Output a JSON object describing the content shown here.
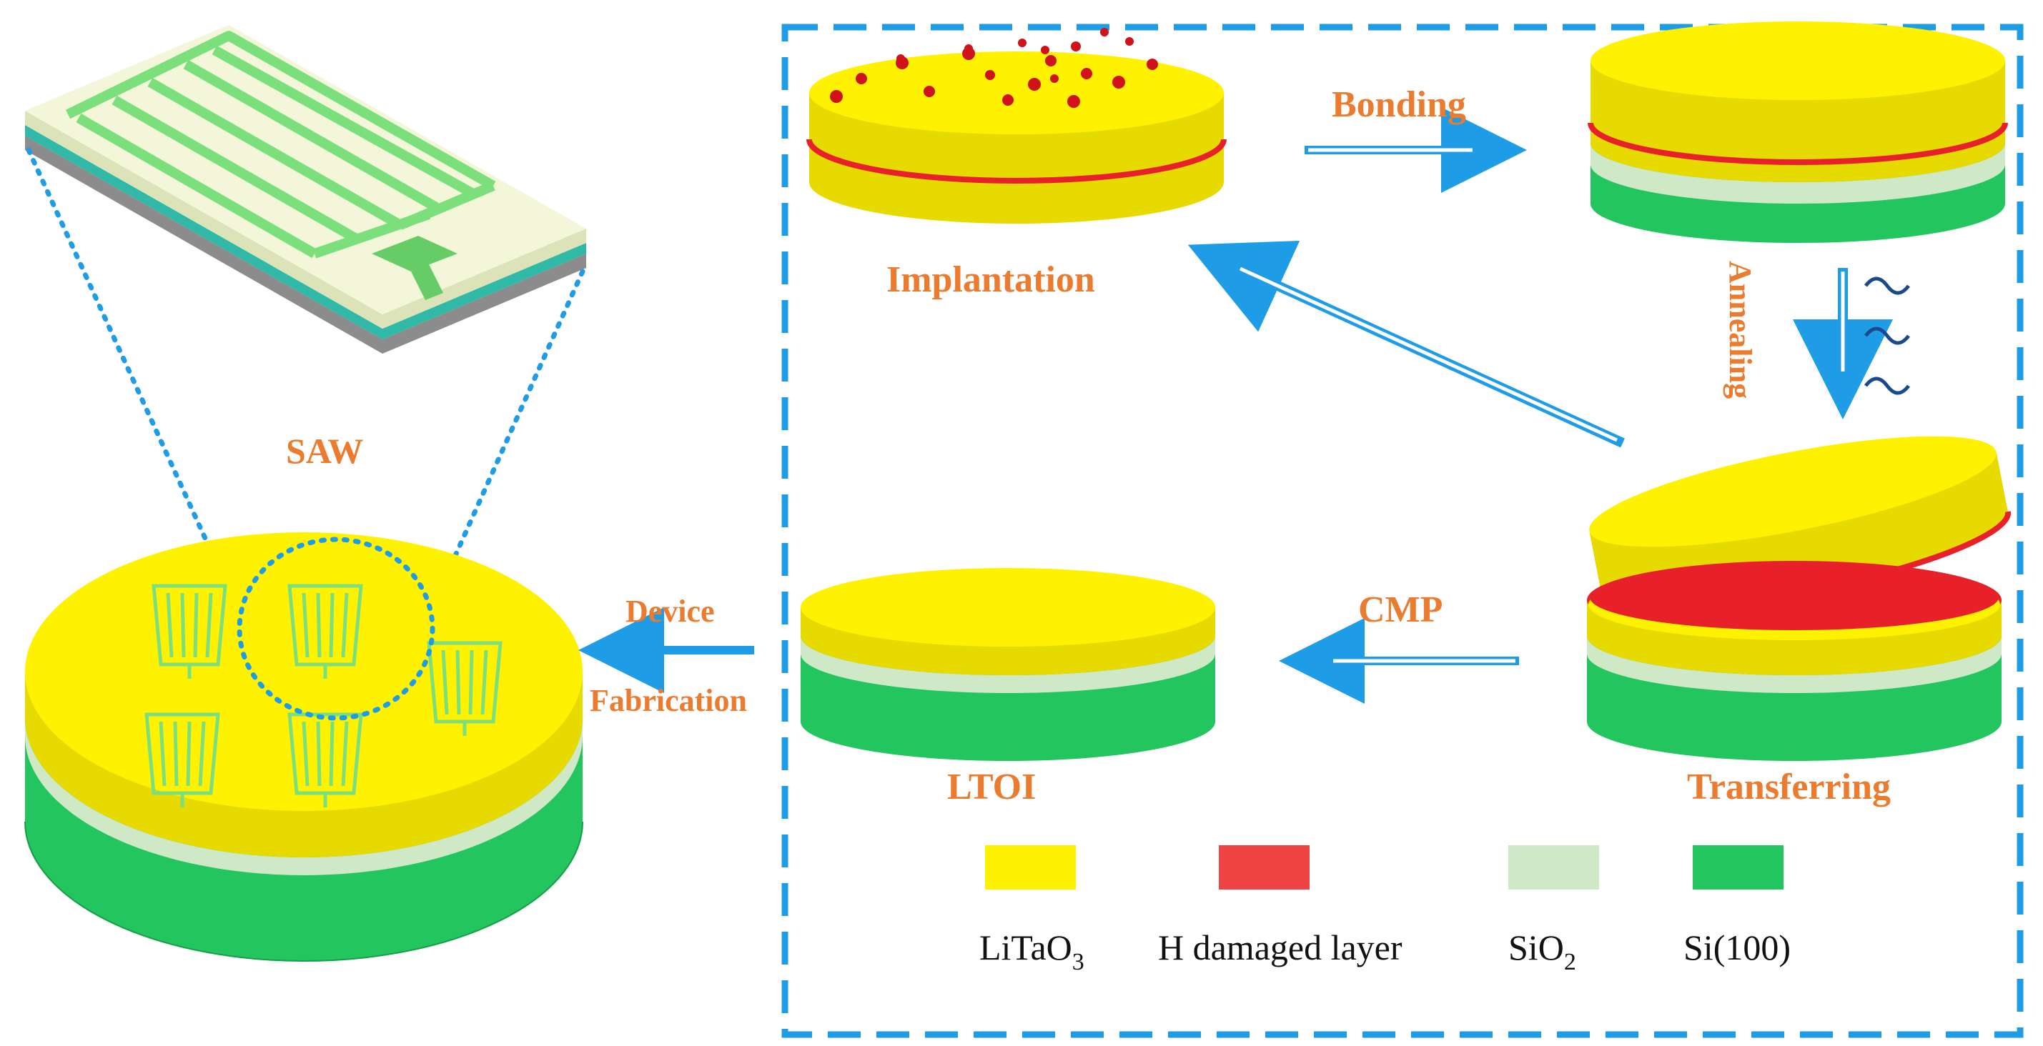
{
  "colors": {
    "litao3": "#FFF200",
    "litao3_shade": "#D9CC00",
    "h_damaged": "#E8202A",
    "sio2": "#CFE8C6",
    "si100": "#22C55E",
    "si100_shade": "#139F45",
    "arrow": "#1E9DE6",
    "frame": "#1E9DE6",
    "label_orange": "#EB7B2F",
    "saw_electrode": "#7BE07B",
    "saw_substrate": "#F4F6D9",
    "saw_teal": "#2FB9A6",
    "saw_gray": "#8C8C8C"
  },
  "labels": {
    "saw": "SAW",
    "device": "Device",
    "fabrication": "Fabrication",
    "implantation": "Implantation",
    "bonding": "Bonding",
    "annealing": "Annealing",
    "transferring": "Transferring",
    "cmp": "CMP",
    "ltoi": "LTOI"
  },
  "legend": [
    {
      "name": "LiTaO",
      "sub": "3",
      "color_key": "litao3"
    },
    {
      "name": "H damaged layer",
      "sub": "",
      "color_key": "h_damaged"
    },
    {
      "name": "SiO",
      "sub": "2",
      "color_key": "sio2"
    },
    {
      "name": "Si(100)",
      "sub": "",
      "color_key": "si100"
    }
  ]
}
